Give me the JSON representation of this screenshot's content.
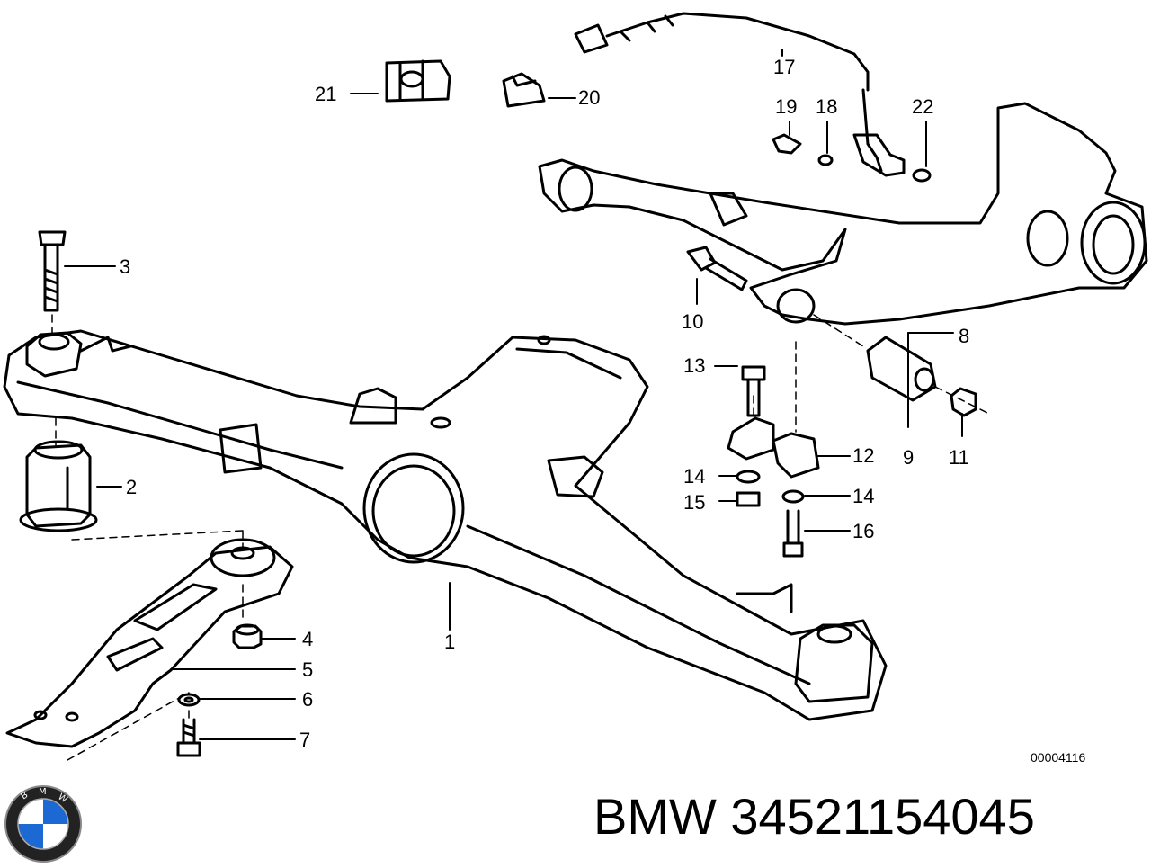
{
  "diagram": {
    "callouts": [
      "1",
      "2",
      "3",
      "4",
      "5",
      "6",
      "7",
      "8",
      "9",
      "10",
      "11",
      "12",
      "13",
      "14",
      "14",
      "15",
      "16",
      "17",
      "18",
      "19",
      "20",
      "21",
      "22"
    ],
    "diagram_id": "00004116"
  },
  "footer": {
    "part_text": "BMW 34521154045",
    "logo_letters": "BMW"
  },
  "colors": {
    "line": "#000000",
    "background": "#ffffff",
    "logo_blue": "#1c69d4"
  }
}
